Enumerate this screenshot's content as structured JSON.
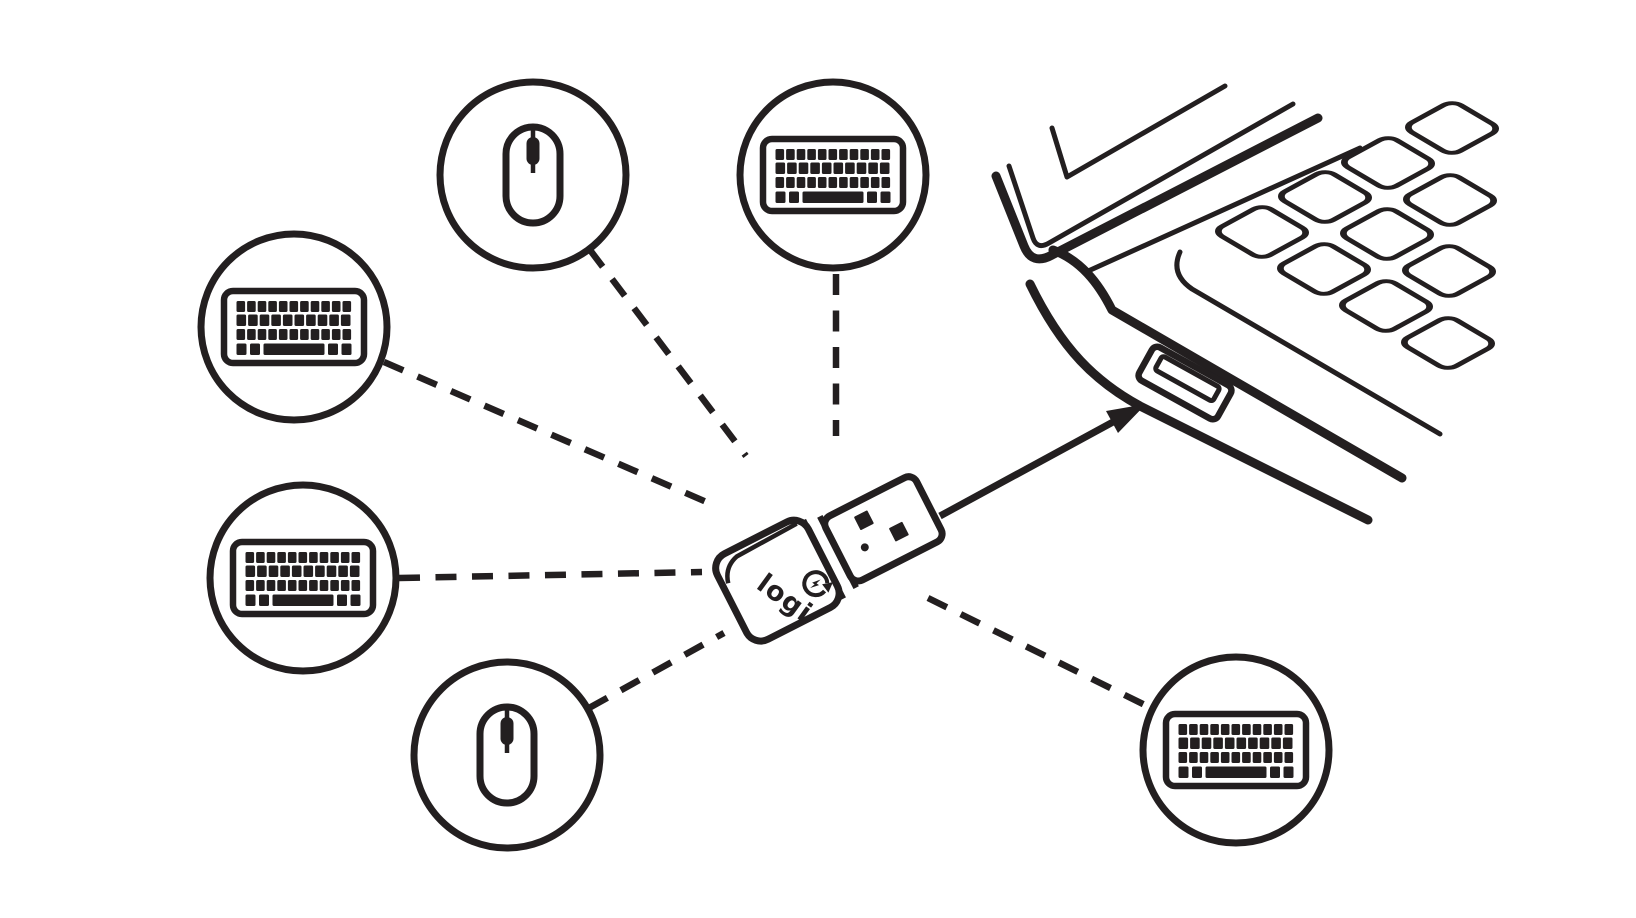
{
  "diagram": {
    "description": "Wireless USB receiver pairing diagram: multiple keyboards and mice connect wirelessly to one nano USB receiver which plugs into a laptop USB-A port",
    "receiver": {
      "brand_text": "logi",
      "logo": "bolt-circular-arrow",
      "type": "usb-nano-receiver"
    },
    "nodes": [
      {
        "id": "mouse-top",
        "type": "mouse"
      },
      {
        "id": "keyboard-top",
        "type": "keyboard"
      },
      {
        "id": "keyboard-upper-left",
        "type": "keyboard"
      },
      {
        "id": "keyboard-left",
        "type": "keyboard"
      },
      {
        "id": "mouse-bottom",
        "type": "mouse"
      },
      {
        "id": "keyboard-bottom-right",
        "type": "keyboard"
      }
    ],
    "connections": [
      {
        "from": "mouse-top",
        "to": "receiver",
        "style": "dashed"
      },
      {
        "from": "keyboard-top",
        "to": "receiver",
        "style": "dashed"
      },
      {
        "from": "keyboard-upper-left",
        "to": "receiver",
        "style": "dashed"
      },
      {
        "from": "keyboard-left",
        "to": "receiver",
        "style": "dashed"
      },
      {
        "from": "mouse-bottom",
        "to": "receiver",
        "style": "dashed"
      },
      {
        "from": "keyboard-bottom-right",
        "to": "receiver",
        "style": "dashed"
      }
    ],
    "laptop": {
      "port": "usb-a",
      "arrow": "receiver plugs into laptop usb port"
    }
  },
  "colors": {
    "ink": "#231f20",
    "background": "#ffffff"
  }
}
